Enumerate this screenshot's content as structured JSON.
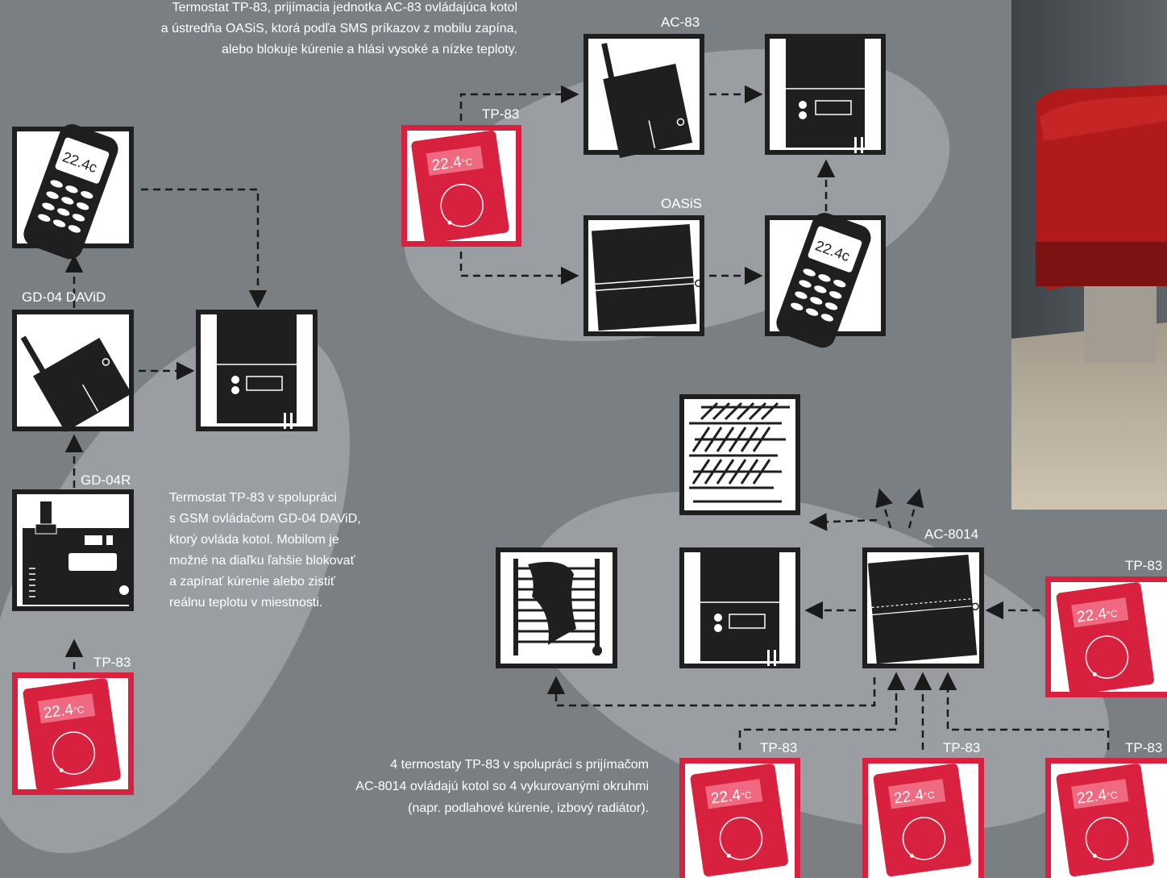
{
  "texts": {
    "intro": [
      "Termostat TP-83, prijímacia jednotka AC-83 ovládajúca kotol",
      "a ústredňa OASiS, ktorá podľa SMS príkazov z mobilu zapína,",
      "alebo blokuje kúrenie a hlási vysoké a nízke teploty."
    ],
    "middle": [
      "Termostat TP-83 v spolupráci",
      "s GSM ovládačom GD-04 DAViD,",
      "ktorý ovláda kotol. Mobilom je",
      "možné na diaľku ľahšie blokovať",
      "a zapínať kúrenie alebo zistiť",
      "reálnu teplotu v miestnosti."
    ],
    "bottom": [
      "4 termostaty TP-83 v spolupráci s prijímačom",
      "AC-8014 ovládajú kotol so 4 vykurovanými okruhmi",
      "(napr. podlahové kúrenie, izbový radiátor)."
    ]
  },
  "labels": {
    "ac83": "AC-83",
    "tp83_top": "TP-83",
    "oasis": "OASiS",
    "gd04david": "GD-04 DAViD",
    "gd04r": "GD-04R",
    "tp83_left": "TP-83",
    "ac8014": "AC-8014",
    "tp83_right": "TP-83",
    "tp83_b1": "TP-83",
    "tp83_b2": "TP-83",
    "tp83_b3": "TP-83"
  },
  "display": {
    "temp_value": "22.4",
    "temp_unit": "°C"
  },
  "colors": {
    "background": "#7a7f83",
    "ellipse": "#9a9ea2",
    "red_frame": "#d8213f",
    "device_dark": "#1f1f1f",
    "sofa_red": "#b01a1a"
  }
}
